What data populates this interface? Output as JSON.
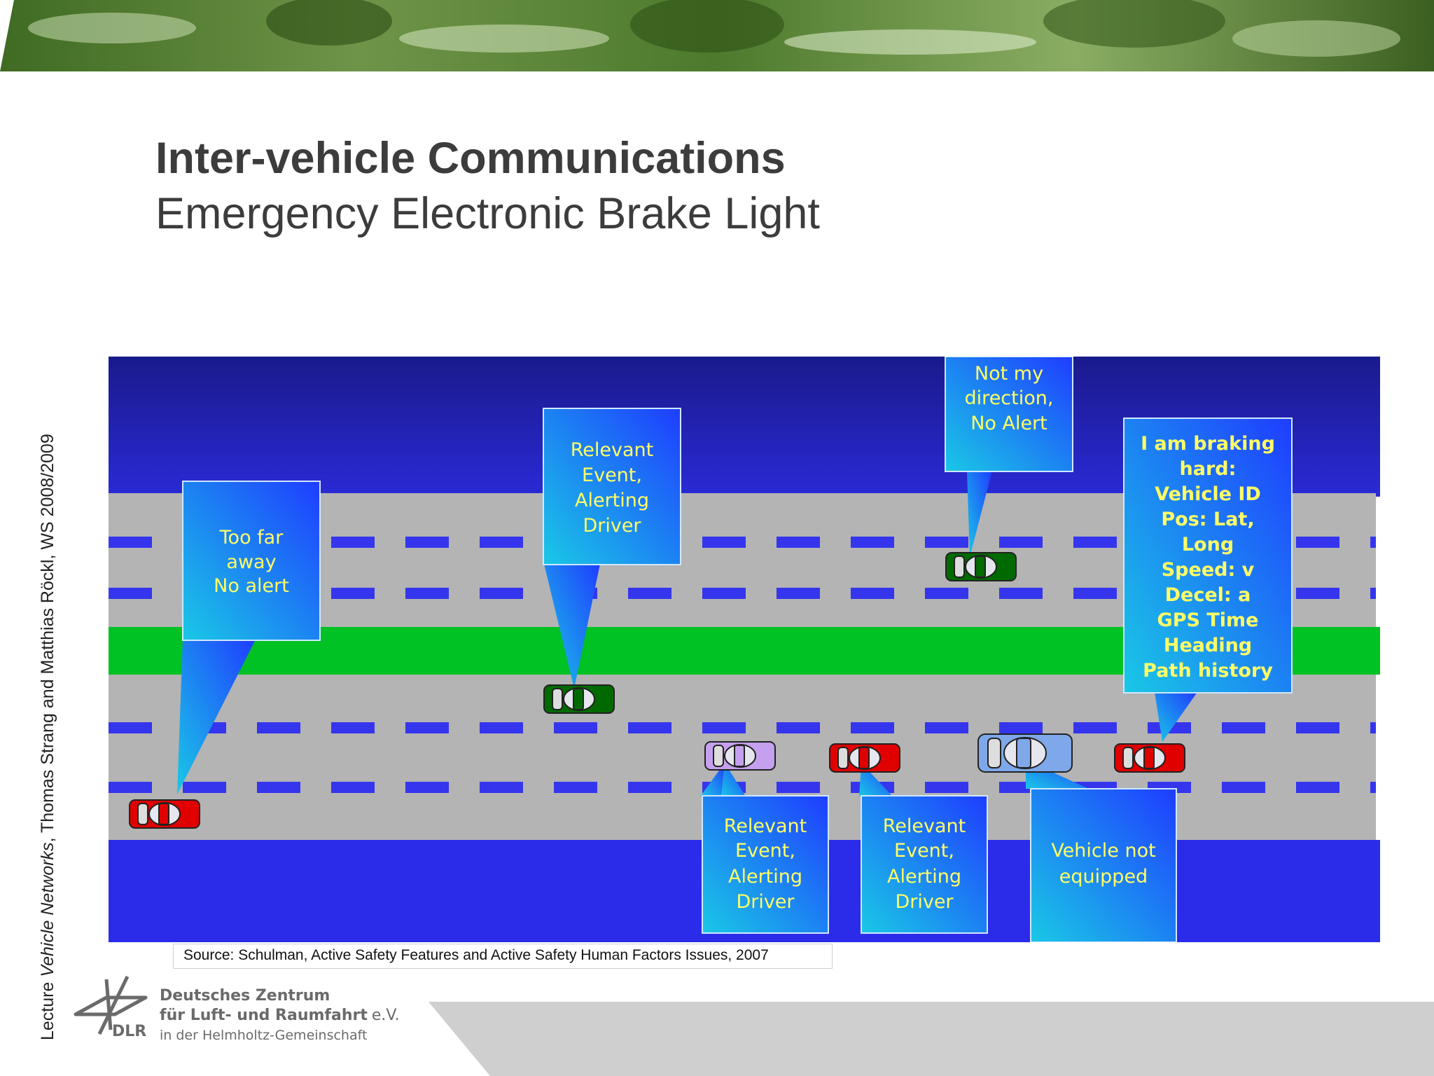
{
  "slide": {
    "title": "Inter-vehicle Communications",
    "subtitle": "Emergency Electronic Brake Light",
    "side_credit": {
      "prefix": "Lecture ",
      "course": "Vehicle Networks",
      "suffix": ", Thomas Strang and Matthias Röckl, WS 2008/2009"
    },
    "source": "Source: Schulman, Active Safety Features and Active Safety Human Factors Issues, 2007"
  },
  "logo": {
    "mark": "DLR",
    "line1": "Deutsches Zentrum",
    "line2": "für Luft- und Raumfahrt",
    "line2_suffix": "e.V.",
    "line3": "in der Helmholtz-Gemeinschaft"
  },
  "callouts": {
    "too_far": [
      "Too far",
      "away",
      "No alert"
    ],
    "relevant_top": [
      "Relevant",
      "Event,",
      "Alerting",
      "Driver"
    ],
    "not_my_direction": [
      "Not my",
      "direction,",
      "No Alert"
    ],
    "braking": [
      "I am braking",
      "hard:",
      "Vehicle ID",
      "Pos: Lat,",
      "Long",
      "Speed: v",
      "Decel: a",
      "GPS Time",
      "Heading",
      "Path history"
    ],
    "relevant_purple": [
      "Relevant",
      "Event,",
      "Alerting",
      "Driver"
    ],
    "relevant_red": [
      "Relevant",
      "Event,",
      "Alerting",
      "Driver"
    ],
    "not_equipped": [
      "Vehicle not",
      "equipped"
    ]
  },
  "colors": {
    "sky_top": "#1a1a8c",
    "sky_bottom": "#2a2ad6",
    "road": "#b4b4b4",
    "lane_marking": "#3535ee",
    "median": "#00c224",
    "ground": "#2b2bea",
    "callout_top": "#1f3dff",
    "callout_bottom": "#1ac8e6",
    "callout_text": "#ffff66",
    "car_red": "#e00000",
    "car_green": "#006a00",
    "car_purple": "#c4a0ee",
    "car_blue": "#7fa8ea"
  }
}
